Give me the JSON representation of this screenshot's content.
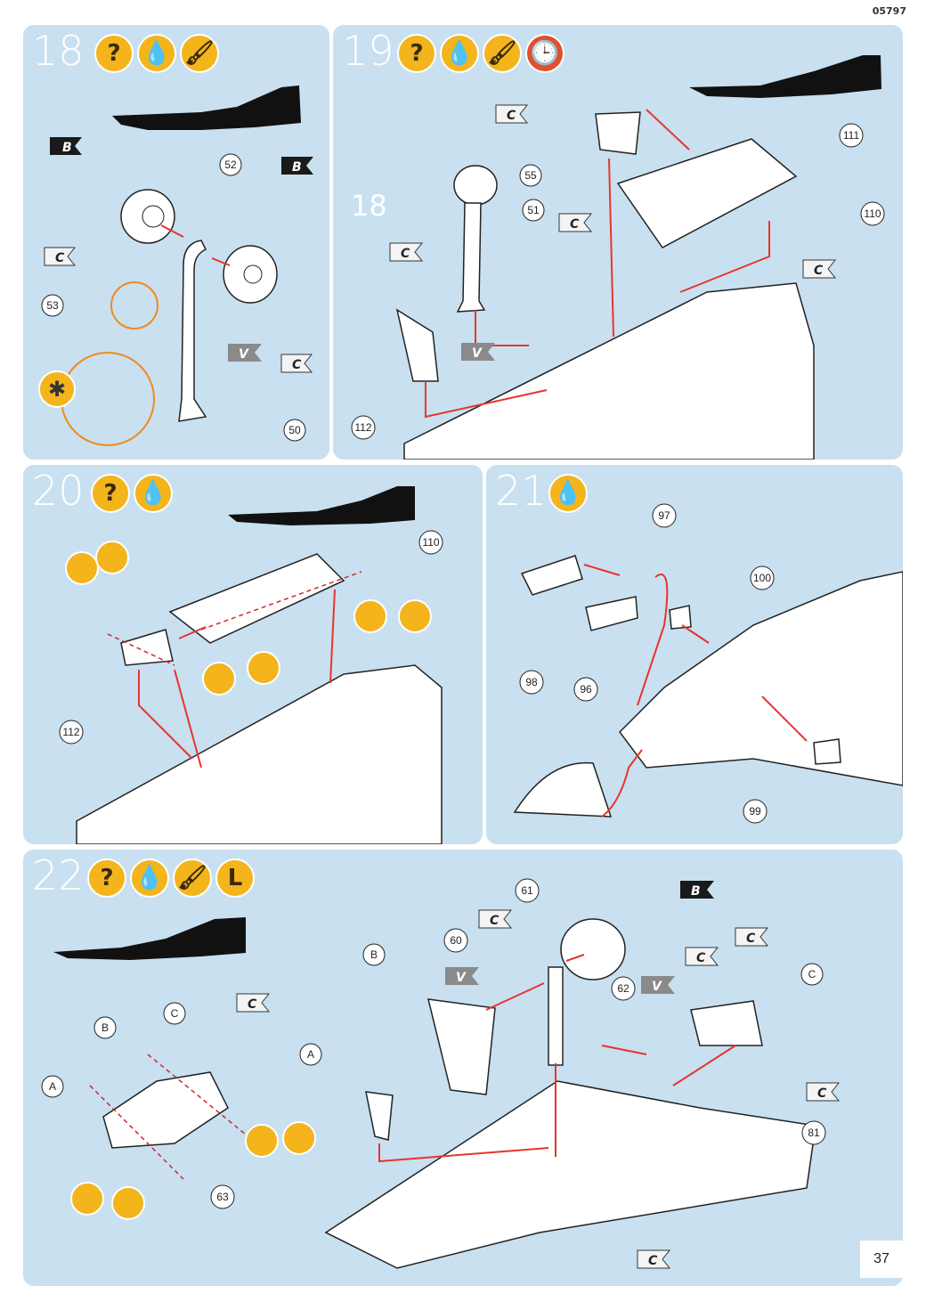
{
  "header": {
    "code": "05797"
  },
  "page_number": "37",
  "steps": [
    {
      "number": "18",
      "icons": [
        "?",
        "glue-icon",
        "paint-brush-icon"
      ]
    },
    {
      "number": "19",
      "icons": [
        "?",
        "glue-icon",
        "paint-brush-icon",
        "clock-icon"
      ]
    },
    {
      "number": "20",
      "icons": [
        "?",
        "glue-icon"
      ]
    },
    {
      "number": "21",
      "icons": [
        "glue-icon"
      ]
    },
    {
      "number": "22",
      "icons": [
        "?",
        "glue-icon",
        "paint-brush-icon",
        "L"
      ]
    }
  ],
  "callouts": {
    "s18": [
      "52",
      "53",
      "50"
    ],
    "s19": [
      "111",
      "110",
      "55",
      "51",
      "18",
      "112"
    ],
    "s20": [
      "110",
      "112"
    ],
    "s21": [
      "97",
      "100",
      "98",
      "96",
      "99"
    ],
    "s22": [
      "61",
      "60",
      "62",
      "81",
      "63",
      "A",
      "B",
      "C"
    ]
  },
  "flags": {
    "B": "B",
    "C": "C",
    "V": "V"
  },
  "colors": {
    "panel": "#c8e0f0",
    "icon": "#f3b41c",
    "arrow": "#e8342c",
    "cut_line": "#d0282c"
  }
}
